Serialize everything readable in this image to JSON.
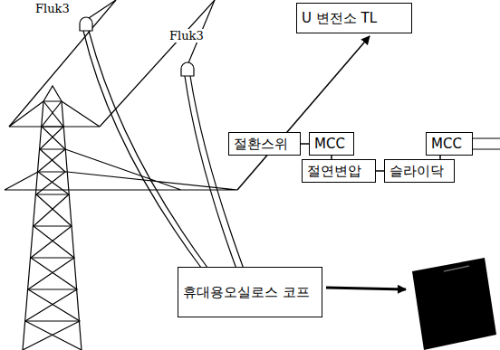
{
  "diagram": {
    "nodes": [
      {
        "text": [
          "U 변전소 TL"
        ]
      },
      {
        "text": [
          "절환스위"
        ]
      },
      {
        "text": [
          "MCC"
        ]
      },
      {
        "text": [
          "MCC"
        ]
      },
      {
        "text": [
          "절연변압"
        ]
      },
      {
        "text": [
          "슬라이닥"
        ]
      },
      {
        "text": [
          "휴대용오실로스 코프"
        ]
      }
    ],
    "edges": [
      {
        "from": 1,
        "to": 2,
        "arrow": "none"
      },
      {
        "from": 2,
        "to": 4,
        "arrow": "none"
      },
      {
        "from": 4,
        "to": 5,
        "arrow": "none"
      },
      {
        "from": 5,
        "to": 3,
        "arrow": "none"
      }
    ],
    "labels": [
      "Fluk3",
      "Fluk3"
    ]
  }
}
